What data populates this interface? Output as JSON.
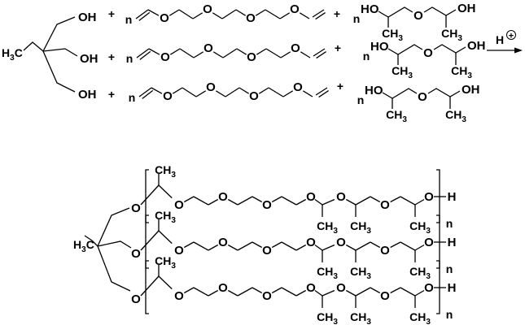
{
  "labels": {
    "hydroxyl": "OH",
    "hydroxyl_rev": "HO",
    "oxygen": "O",
    "hydrogen": "H",
    "methyl": {
      "main": "CH",
      "sub": "3"
    },
    "methyl_left": {
      "pre": "H",
      "sub": "3",
      "post": "C"
    },
    "plus": "+",
    "repeat": "n",
    "catalyst": "H",
    "catalyst_charge": "+"
  },
  "colors": {
    "ink": "#000000",
    "background": "#ffffff"
  }
}
